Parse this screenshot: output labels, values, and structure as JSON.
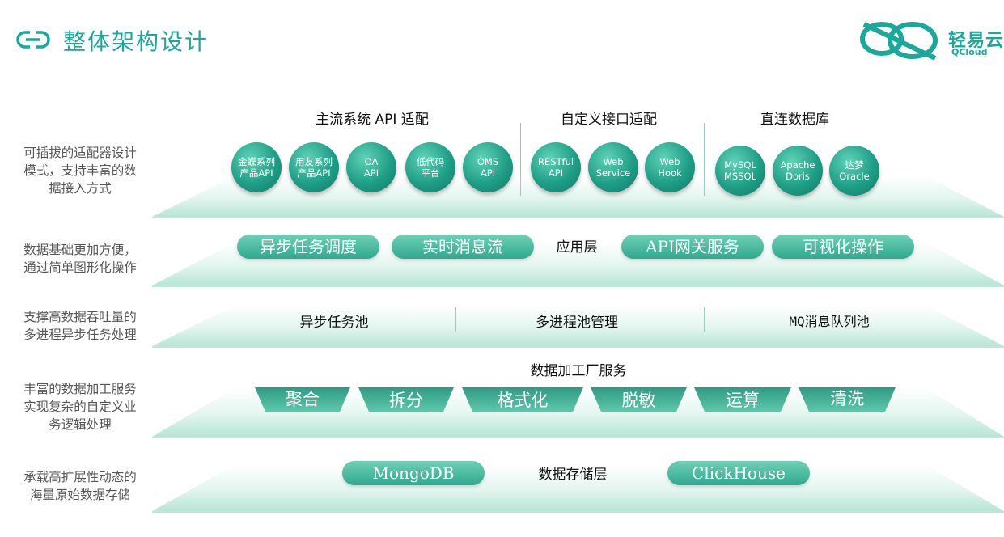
{
  "header": {
    "title": "整体架构设计",
    "logo_text": "轻易云",
    "logo_sub": "QCloud"
  },
  "side_labels": [
    "可插拔的适配器设计\n模式，支持丰富的数\n据接入方式",
    "数据基础更加方便，\n通过简单图形化操作",
    "支撑高数据吞吐量的\n多进程异步任务处理",
    "丰富的数据加工服务\n实现复杂的自定义业\n务逻辑处理",
    "承载高扩展性动态的\n海量原始数据存储"
  ],
  "adapter_layer": {
    "sections": [
      "主流系统 API 适配",
      "自定义接口适配",
      "直连数据库"
    ],
    "circles": [
      "金蝶系列\n产品API",
      "用友系列\n产品API",
      "OA\nAPI",
      "低代码\n平台",
      "OMS\nAPI",
      "RESTful\nAPI",
      "Web\nService",
      "Web\nHook",
      "MySQL\nMSSQL",
      "Apache\nDoris",
      "达梦\nOracle"
    ]
  },
  "app_layer": {
    "label": "应用层",
    "pills": [
      "异步任务调度",
      "实时消息流",
      "API网关服务",
      "可视化操作"
    ]
  },
  "process_layer": {
    "items": [
      "异步任务池",
      "多进程池管理",
      "MQ消息队列池"
    ]
  },
  "factory_layer": {
    "label": "数据加工厂服务",
    "items": [
      "聚合",
      "拆分",
      "格式化",
      "脱敏",
      "运算",
      "清洗"
    ]
  },
  "storage_layer": {
    "label": "数据存储层",
    "pills": [
      "MongoDB",
      "ClickHouse"
    ]
  },
  "colors": {
    "accent": "#1aa89a",
    "layer_top": "#d9f2ea",
    "layer_edge": "#8fd6c1"
  }
}
